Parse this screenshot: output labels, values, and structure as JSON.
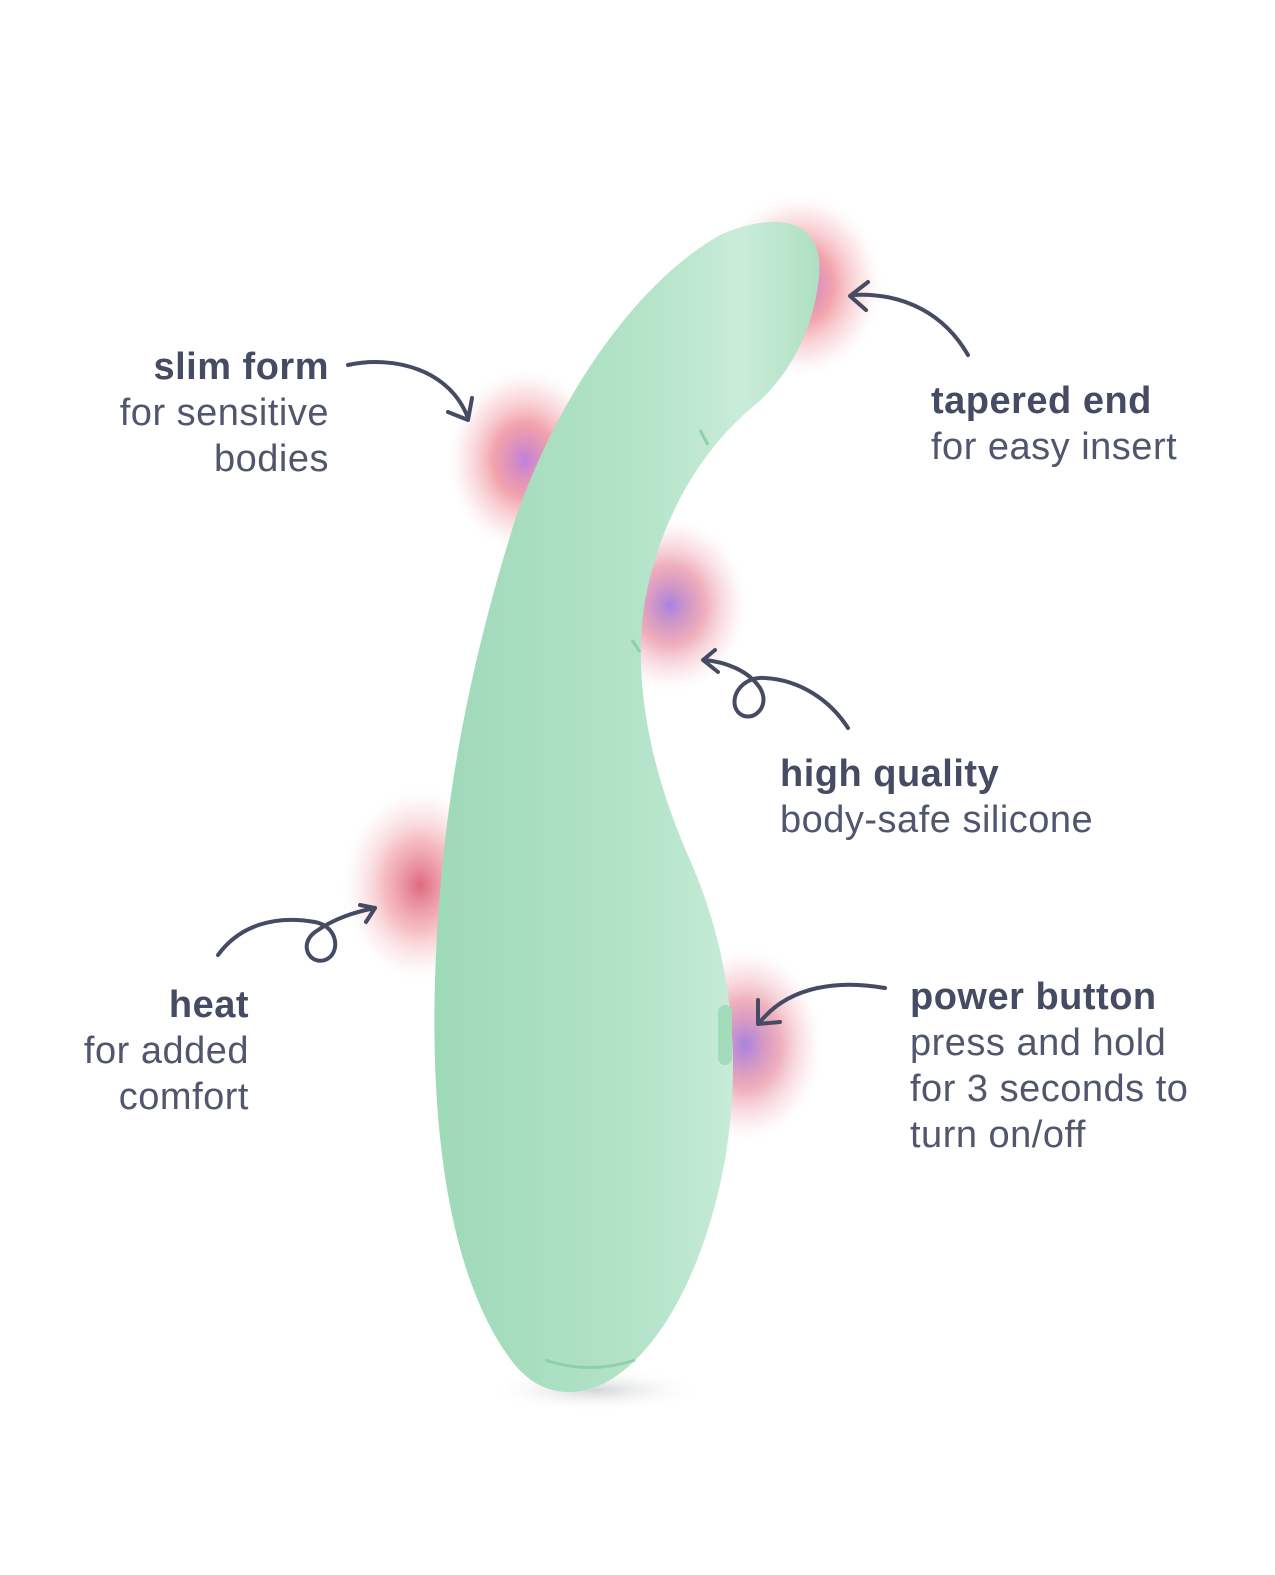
{
  "colors": {
    "product_body": "#a9dfc0",
    "product_highlight": "#c8ecd8",
    "glow_red": "#e85a6a",
    "glow_purple": "#a873d8",
    "arrow": "#454b63",
    "text_title": "#454b63",
    "text_body": "#4f566e"
  },
  "callouts": {
    "slim_form": {
      "title": "slim form",
      "lines": [
        "for sensitive",
        "bodies"
      ]
    },
    "tapered_end": {
      "title": "tapered end",
      "lines": [
        "for easy insert"
      ]
    },
    "high_quality": {
      "title": "high quality",
      "lines": [
        "body-safe silicone"
      ]
    },
    "heat": {
      "title": "heat",
      "lines": [
        "for added",
        "comfort"
      ]
    },
    "power_button": {
      "title": "power button",
      "lines": [
        "press and hold",
        "for 3 seconds to",
        "turn on/off"
      ]
    }
  }
}
